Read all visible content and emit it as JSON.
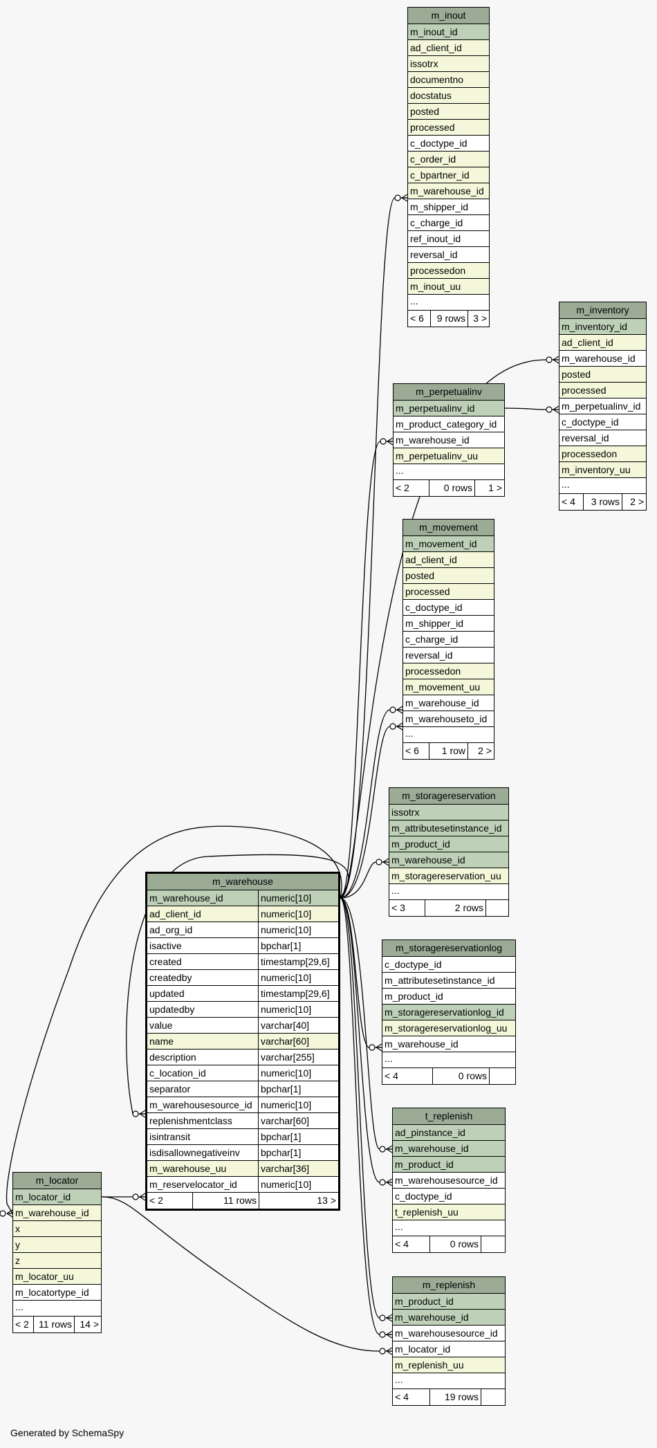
{
  "footer": "Generated by SchemaSpy",
  "colors": {
    "header": "#9bab96",
    "primary_key": "#bed1b8",
    "indexed": "#f4f7da",
    "plain": "#ffffff",
    "background": "#f7f7f7"
  },
  "tables": {
    "m_inout": {
      "name": "m_inout",
      "columns": [
        {
          "name": "m_inout_id",
          "style": "pk"
        },
        {
          "name": "ad_client_id",
          "style": "idx"
        },
        {
          "name": "issotrx",
          "style": "idx"
        },
        {
          "name": "documentno",
          "style": "idx"
        },
        {
          "name": "docstatus",
          "style": "idx"
        },
        {
          "name": "posted",
          "style": "idx"
        },
        {
          "name": "processed",
          "style": "idx"
        },
        {
          "name": "c_doctype_id",
          "style": "plain"
        },
        {
          "name": "c_order_id",
          "style": "idx"
        },
        {
          "name": "c_bpartner_id",
          "style": "idx"
        },
        {
          "name": "m_warehouse_id",
          "style": "idx"
        },
        {
          "name": "m_shipper_id",
          "style": "plain"
        },
        {
          "name": "c_charge_id",
          "style": "plain"
        },
        {
          "name": "ref_inout_id",
          "style": "plain"
        },
        {
          "name": "reversal_id",
          "style": "plain"
        },
        {
          "name": "processedon",
          "style": "idx"
        },
        {
          "name": "m_inout_uu",
          "style": "idx"
        },
        {
          "name": "...",
          "style": "plain"
        }
      ],
      "footer": {
        "parents": "< 6",
        "rows": "9 rows",
        "children": "3 >"
      }
    },
    "m_inventory": {
      "name": "m_inventory",
      "columns": [
        {
          "name": "m_inventory_id",
          "style": "pk"
        },
        {
          "name": "ad_client_id",
          "style": "idx"
        },
        {
          "name": "m_warehouse_id",
          "style": "plain"
        },
        {
          "name": "posted",
          "style": "idx"
        },
        {
          "name": "processed",
          "style": "idx"
        },
        {
          "name": "m_perpetualinv_id",
          "style": "plain"
        },
        {
          "name": "c_doctype_id",
          "style": "plain"
        },
        {
          "name": "reversal_id",
          "style": "plain"
        },
        {
          "name": "processedon",
          "style": "idx"
        },
        {
          "name": "m_inventory_uu",
          "style": "idx"
        },
        {
          "name": "...",
          "style": "plain"
        }
      ],
      "footer": {
        "parents": "< 4",
        "rows": "3 rows",
        "children": "2 >"
      }
    },
    "m_perpetualinv": {
      "name": "m_perpetualinv",
      "columns": [
        {
          "name": "m_perpetualinv_id",
          "style": "pk"
        },
        {
          "name": "m_product_category_id",
          "style": "plain"
        },
        {
          "name": "m_warehouse_id",
          "style": "plain"
        },
        {
          "name": "m_perpetualinv_uu",
          "style": "idx"
        },
        {
          "name": "...",
          "style": "plain"
        }
      ],
      "footer": {
        "parents": "< 2",
        "rows": "0 rows",
        "children": "1 >"
      }
    },
    "m_movement": {
      "name": "m_movement",
      "columns": [
        {
          "name": "m_movement_id",
          "style": "pk"
        },
        {
          "name": "ad_client_id",
          "style": "idx"
        },
        {
          "name": "posted",
          "style": "idx"
        },
        {
          "name": "processed",
          "style": "idx"
        },
        {
          "name": "c_doctype_id",
          "style": "plain"
        },
        {
          "name": "m_shipper_id",
          "style": "plain"
        },
        {
          "name": "c_charge_id",
          "style": "plain"
        },
        {
          "name": "reversal_id",
          "style": "plain"
        },
        {
          "name": "processedon",
          "style": "idx"
        },
        {
          "name": "m_movement_uu",
          "style": "idx"
        },
        {
          "name": "m_warehouse_id",
          "style": "plain"
        },
        {
          "name": "m_warehouseto_id",
          "style": "plain"
        },
        {
          "name": "...",
          "style": "plain"
        }
      ],
      "footer": {
        "parents": "< 6",
        "rows": "1 row",
        "children": "2 >"
      }
    },
    "m_storagereservation": {
      "name": "m_storagereservation",
      "columns": [
        {
          "name": "issotrx",
          "style": "pk"
        },
        {
          "name": "m_attributesetinstance_id",
          "style": "pk"
        },
        {
          "name": "m_product_id",
          "style": "pk"
        },
        {
          "name": "m_warehouse_id",
          "style": "pk"
        },
        {
          "name": "m_storagereservation_uu",
          "style": "idx"
        },
        {
          "name": "...",
          "style": "plain"
        }
      ],
      "footer": {
        "parents": "< 3",
        "rows": "2 rows",
        "children": ""
      }
    },
    "m_storagereservationlog": {
      "name": "m_storagereservationlog",
      "columns": [
        {
          "name": "c_doctype_id",
          "style": "plain"
        },
        {
          "name": "m_attributesetinstance_id",
          "style": "plain"
        },
        {
          "name": "m_product_id",
          "style": "plain"
        },
        {
          "name": "m_storagereservationlog_id",
          "style": "pk"
        },
        {
          "name": "m_storagereservationlog_uu",
          "style": "idx"
        },
        {
          "name": "m_warehouse_id",
          "style": "plain"
        },
        {
          "name": "...",
          "style": "plain"
        }
      ],
      "footer": {
        "parents": "< 4",
        "rows": "0 rows",
        "children": ""
      }
    },
    "t_replenish": {
      "name": "t_replenish",
      "columns": [
        {
          "name": "ad_pinstance_id",
          "style": "pk"
        },
        {
          "name": "m_warehouse_id",
          "style": "pk"
        },
        {
          "name": "m_product_id",
          "style": "pk"
        },
        {
          "name": "m_warehousesource_id",
          "style": "plain"
        },
        {
          "name": "c_doctype_id",
          "style": "plain"
        },
        {
          "name": "t_replenish_uu",
          "style": "idx"
        },
        {
          "name": "...",
          "style": "plain"
        }
      ],
      "footer": {
        "parents": "< 4",
        "rows": "0 rows",
        "children": ""
      }
    },
    "m_replenish": {
      "name": "m_replenish",
      "columns": [
        {
          "name": "m_product_id",
          "style": "pk"
        },
        {
          "name": "m_warehouse_id",
          "style": "pk"
        },
        {
          "name": "m_warehousesource_id",
          "style": "plain"
        },
        {
          "name": "m_locator_id",
          "style": "plain"
        },
        {
          "name": "m_replenish_uu",
          "style": "idx"
        },
        {
          "name": "...",
          "style": "plain"
        }
      ],
      "footer": {
        "parents": "< 4",
        "rows": "19 rows",
        "children": ""
      }
    },
    "m_locator": {
      "name": "m_locator",
      "columns": [
        {
          "name": "m_locator_id",
          "style": "pk"
        },
        {
          "name": "m_warehouse_id",
          "style": "idx"
        },
        {
          "name": "x",
          "style": "idx"
        },
        {
          "name": "y",
          "style": "idx"
        },
        {
          "name": "z",
          "style": "idx"
        },
        {
          "name": "m_locator_uu",
          "style": "idx"
        },
        {
          "name": "m_locatortype_id",
          "style": "plain"
        },
        {
          "name": "...",
          "style": "plain"
        }
      ],
      "footer": {
        "parents": "< 2",
        "rows": "11 rows",
        "children": "14 >"
      }
    },
    "m_warehouse": {
      "name": "m_warehouse",
      "columns": [
        {
          "name": "m_warehouse_id",
          "type": "numeric[10]",
          "style": "pk"
        },
        {
          "name": "ad_client_id",
          "type": "numeric[10]",
          "style": "idx"
        },
        {
          "name": "ad_org_id",
          "type": "numeric[10]",
          "style": "plain"
        },
        {
          "name": "isactive",
          "type": "bpchar[1]",
          "style": "plain"
        },
        {
          "name": "created",
          "type": "timestamp[29,6]",
          "style": "plain"
        },
        {
          "name": "createdby",
          "type": "numeric[10]",
          "style": "plain"
        },
        {
          "name": "updated",
          "type": "timestamp[29,6]",
          "style": "plain"
        },
        {
          "name": "updatedby",
          "type": "numeric[10]",
          "style": "plain"
        },
        {
          "name": "value",
          "type": "varchar[40]",
          "style": "plain"
        },
        {
          "name": "name",
          "type": "varchar[60]",
          "style": "idx"
        },
        {
          "name": "description",
          "type": "varchar[255]",
          "style": "plain"
        },
        {
          "name": "c_location_id",
          "type": "numeric[10]",
          "style": "plain"
        },
        {
          "name": "separator",
          "type": "bpchar[1]",
          "style": "plain"
        },
        {
          "name": "m_warehousesource_id",
          "type": "numeric[10]",
          "style": "plain"
        },
        {
          "name": "replenishmentclass",
          "type": "varchar[60]",
          "style": "plain"
        },
        {
          "name": "isintransit",
          "type": "bpchar[1]",
          "style": "plain"
        },
        {
          "name": "isdisallownegativeinv",
          "type": "bpchar[1]",
          "style": "plain"
        },
        {
          "name": "m_warehouse_uu",
          "type": "varchar[36]",
          "style": "idx"
        },
        {
          "name": "m_reservelocator_id",
          "type": "numeric[10]",
          "style": "plain"
        }
      ],
      "footer": {
        "parents": "< 2",
        "rows": "11 rows",
        "children": "13 >"
      }
    }
  }
}
